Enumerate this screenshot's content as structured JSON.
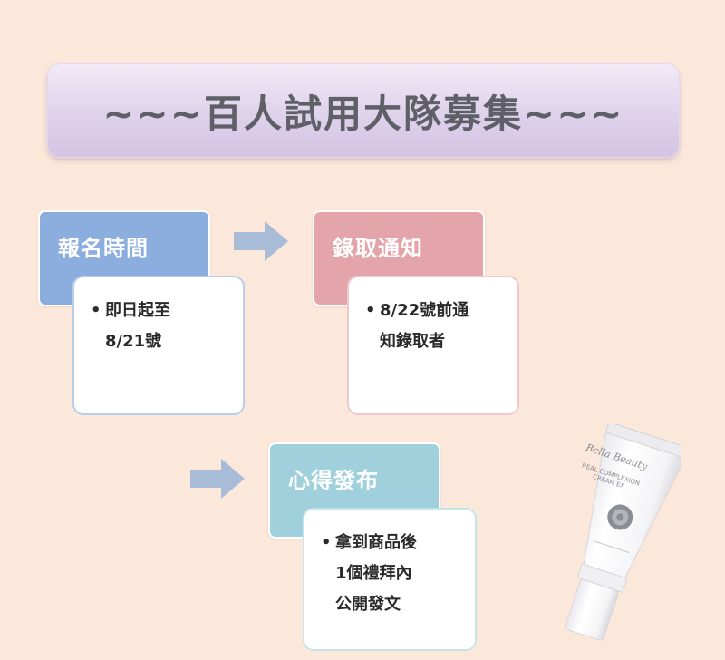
{
  "banner": {
    "title": "~~~百人試用大隊募集~~~"
  },
  "steps": [
    {
      "title": "報名時間",
      "lines": [
        "即日起至",
        "8/21號"
      ],
      "head_color": "#8caede",
      "body_border": "#b9cdeb"
    },
    {
      "title": "錄取通知",
      "lines": [
        "8/22號前通",
        "知錄取者"
      ],
      "head_color": "#e3a5a9",
      "body_border": "#f1c7cb"
    },
    {
      "title": "心得發布",
      "lines": [
        "拿到商品後",
        "1個禮拜內",
        "公開發文"
      ],
      "head_color": "#9fd0dc",
      "body_border": "#c5e5ec"
    }
  ],
  "product": {
    "brand": "Bella Beauty",
    "line1": "REAL COMPLEXION",
    "line2": "CREAM EX"
  },
  "colors": {
    "background": "#fce8da",
    "arrow": "#a9bcd7"
  }
}
